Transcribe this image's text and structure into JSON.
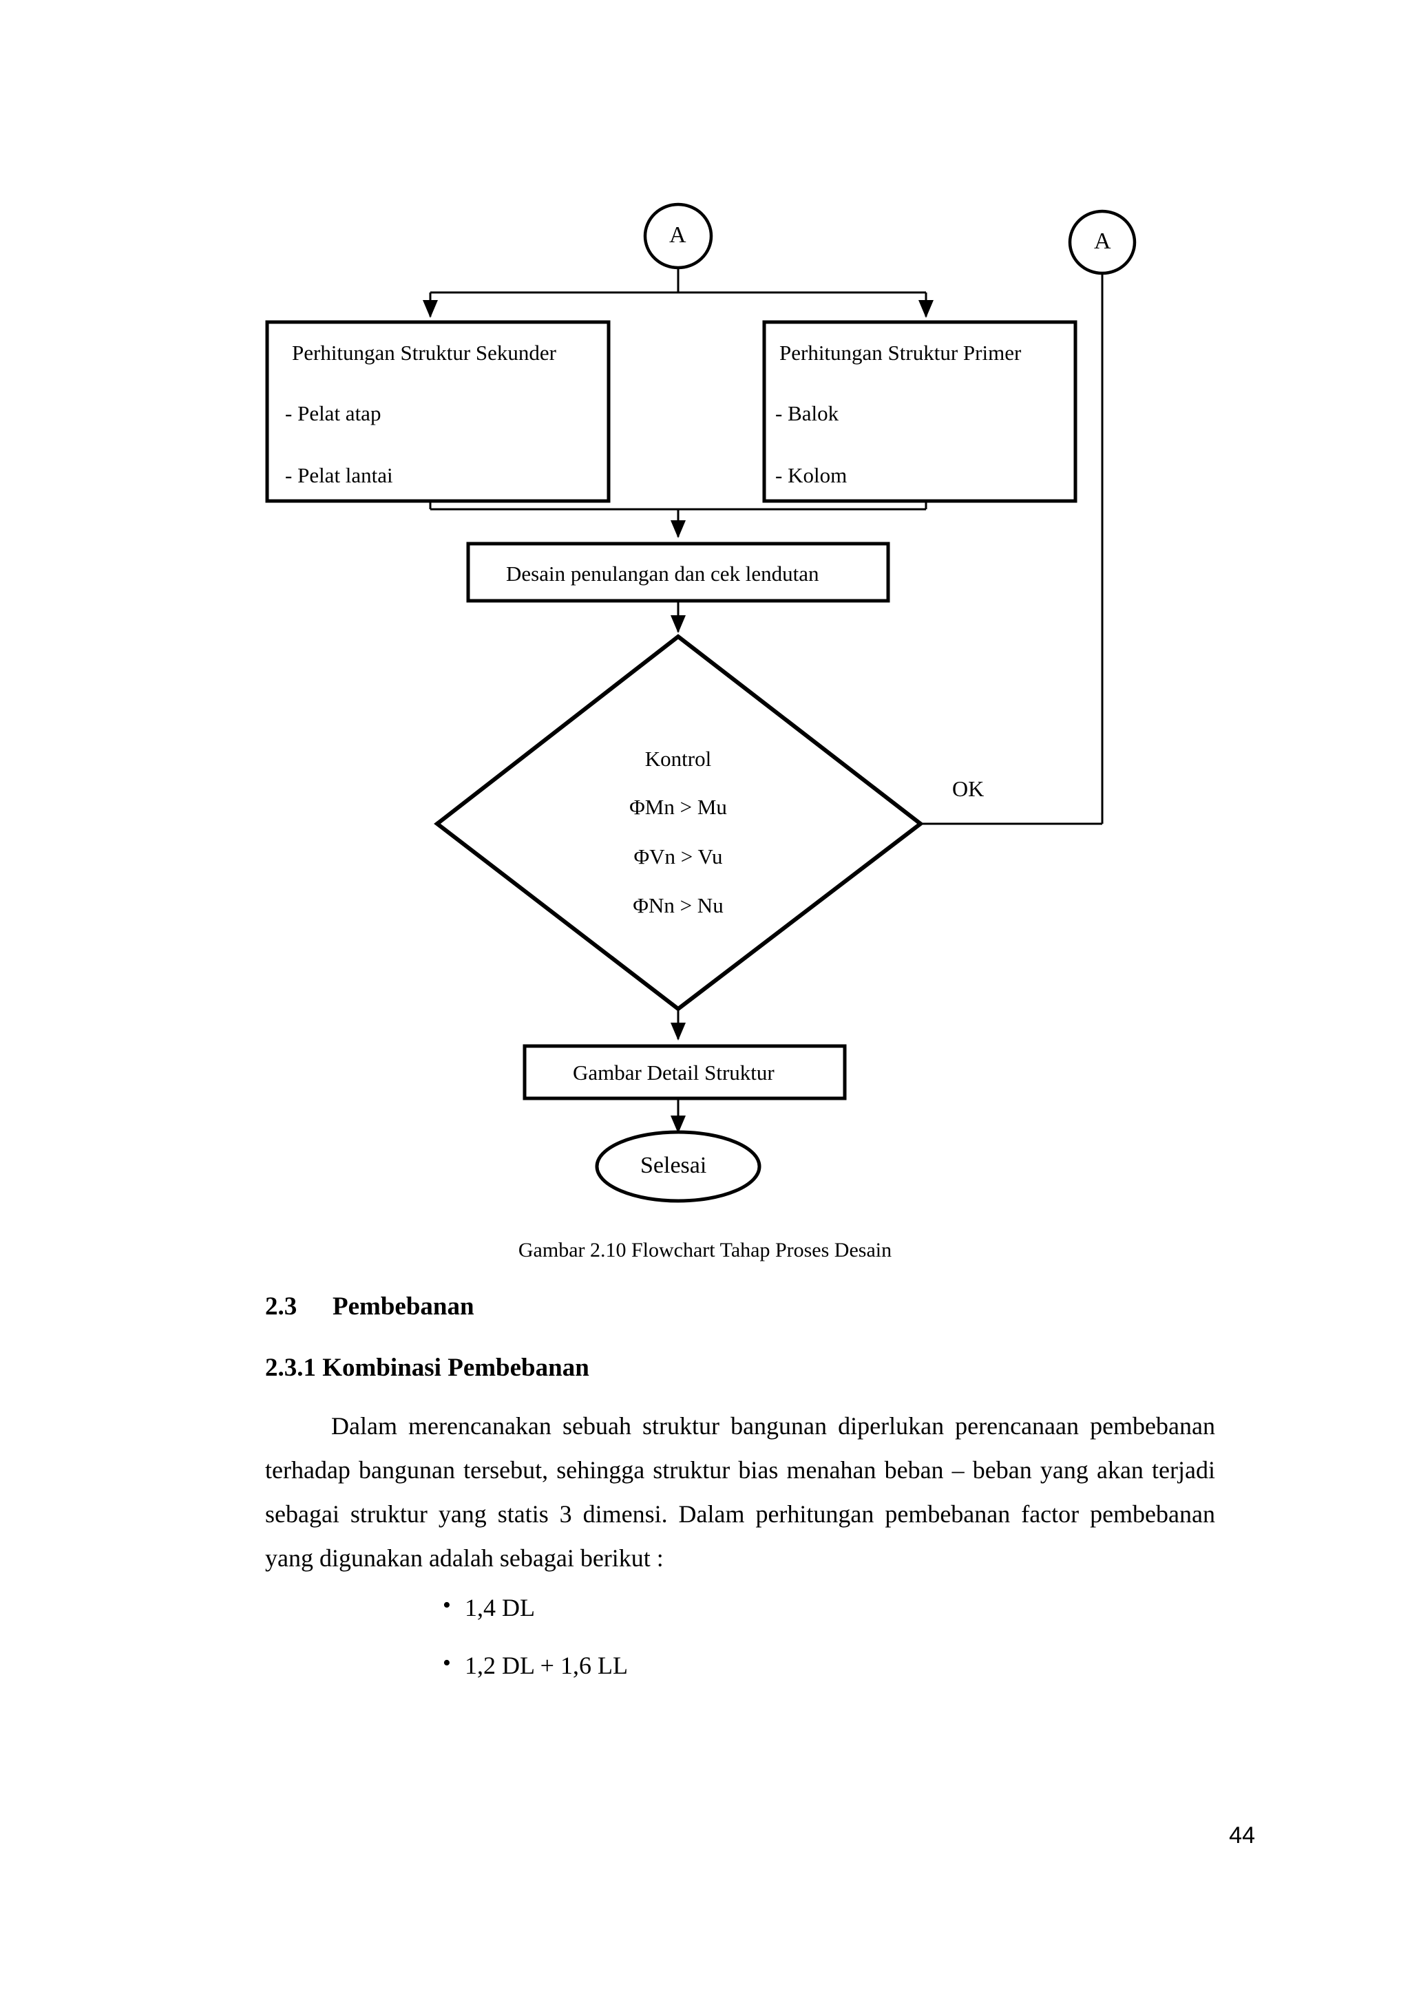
{
  "figure": {
    "connector_left": {
      "label": "A"
    },
    "connector_right": {
      "label": "A"
    },
    "boxes": {
      "secondary": {
        "title": "Perhitungan Struktur Sekunder",
        "items": [
          "- Pelat atap",
          "- Pelat lantai"
        ]
      },
      "primary": {
        "title": "Perhitungan Struktur Primer",
        "items": [
          "- Balok",
          "- Kolom"
        ]
      },
      "design": {
        "title": "Desain penulangan dan cek lendutan"
      },
      "detail": {
        "title": "Gambar Detail Struktur"
      },
      "end": {
        "title": "Selesai"
      }
    },
    "decision": {
      "lines": [
        "Kontrol",
        "ΦMn > Mu",
        "ΦVn > Vu",
        "ΦNn > Nu"
      ]
    },
    "edge_labels": {
      "ok": "OK"
    },
    "caption": "Gambar 2.10 Flowchart Tahap Proses Desain"
  },
  "content": {
    "section": {
      "number": "2.3",
      "title": "Pembebanan"
    },
    "subsection": {
      "text": "2.3.1 Kombinasi Pembebanan"
    },
    "paragraph": "Dalam merencanakan sebuah struktur bangunan diperlukan perencanaan pembebanan terhadap bangunan tersebut, sehingga struktur bias menahan beban – beban yang akan terjadi sebagai struktur yang statis 3 dimensi. Dalam perhitungan pembebanan factor pembebanan yang digunakan adalah sebagai berikut :",
    "bullets": [
      "1,4 DL",
      "1,2 DL + 1,6 LL"
    ]
  },
  "page_number": "44",
  "colors": {
    "ink": "#000000",
    "paper": "#ffffff"
  }
}
